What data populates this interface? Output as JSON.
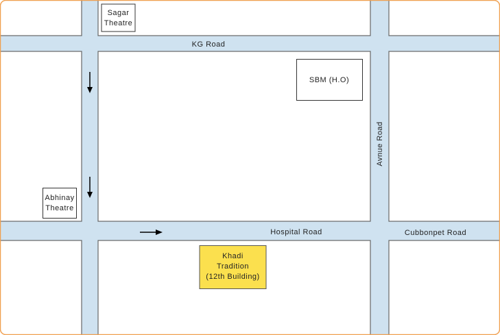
{
  "colors": {
    "road": "#cfe2f0",
    "block": "#ffffff",
    "border": "#f0a050",
    "highlight": "#fbe04e"
  },
  "roads": {
    "kg": "KG Road",
    "hospital": "Hospital Road",
    "avenue": "Avnue Road",
    "cubbonpet": "Cubbonpet Road"
  },
  "landmarks": {
    "sagar": [
      "Sagar",
      "Theatre"
    ],
    "sbm": "SBM (H.O)",
    "abhinay": [
      "Abhinay",
      "Theatre"
    ],
    "khadi": [
      "Khadi",
      "Tradition",
      "(12th Building)"
    ]
  }
}
